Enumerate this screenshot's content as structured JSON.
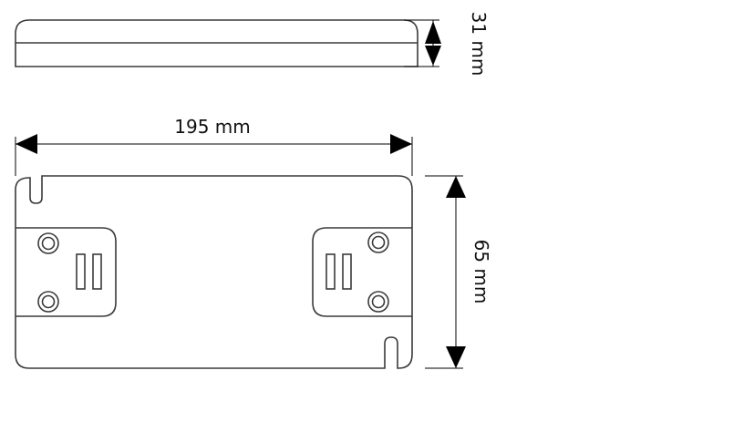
{
  "drawing": {
    "type": "dimension-drawing",
    "colors": {
      "line": "#3a3a3a",
      "arrow": "#000000",
      "text": "#111111",
      "background": "#ffffff"
    },
    "side_view": {
      "height_label": "31 mm"
    },
    "top_view": {
      "length_label": "195 mm",
      "width_label": "65 mm",
      "terminal_blocks": [
        {
          "position": "left",
          "screws": 2,
          "contacts": 2
        },
        {
          "position": "right",
          "screws": 2,
          "contacts": 2
        }
      ],
      "mounting_slots": [
        {
          "position": "top-left"
        },
        {
          "position": "bottom-right"
        }
      ]
    }
  }
}
